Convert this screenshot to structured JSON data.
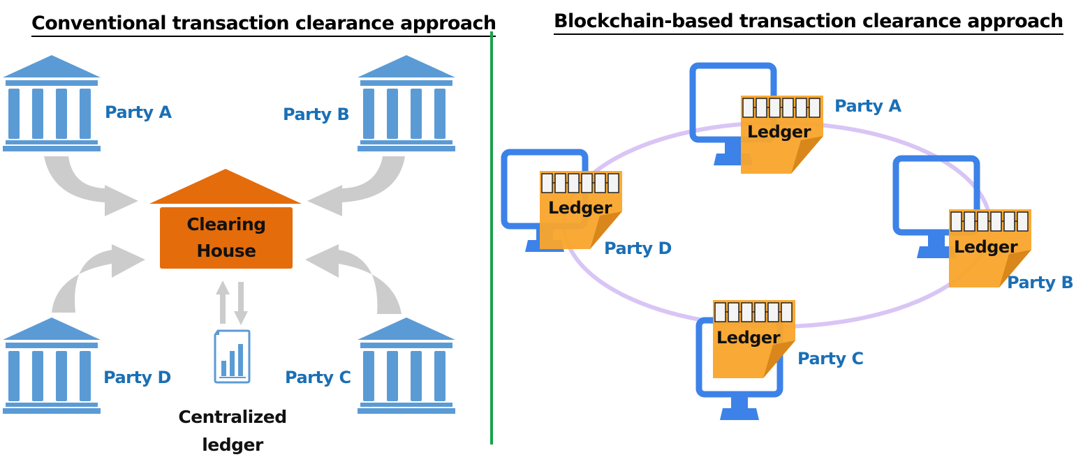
{
  "left_panel": {
    "title": "Conventional transaction clearance approach",
    "parties": [
      {
        "id": "A",
        "label": "Party A"
      },
      {
        "id": "B",
        "label": "Party B"
      },
      {
        "id": "C",
        "label": "Party C"
      },
      {
        "id": "D",
        "label": "Party D"
      }
    ],
    "clearing_house": {
      "line1": "Clearing",
      "line2": "House"
    },
    "centralized_ledger": {
      "line1": "Centralized",
      "line2": "ledger"
    },
    "icons": {
      "party": "bank-building-icon",
      "ledger": "document-bar-chart-icon",
      "flow": "curved-arrow-icon"
    }
  },
  "right_panel": {
    "title": "Blockchain-based transaction clearance approach",
    "nodes": [
      {
        "id": "A",
        "label": "Party A",
        "ledger_label": "Ledger"
      },
      {
        "id": "B",
        "label": "Party B",
        "ledger_label": "Ledger"
      },
      {
        "id": "C",
        "label": "Party C",
        "ledger_label": "Ledger"
      },
      {
        "id": "D",
        "label": "Party D",
        "ledger_label": "Ledger"
      }
    ],
    "blocks_per_ledger": 6,
    "icons": {
      "node": "computer-monitor-icon",
      "ledger": "sticky-note-ledger-icon",
      "network": "ring-network"
    }
  },
  "colors": {
    "bank_blue": "#5b9bd5",
    "party_text": "#1a6fb5",
    "clearing_orange": "#e46c0a",
    "arrow_gray": "#cccccc",
    "monitor_blue": "#3c82e8",
    "ledger_orange": "#f9a52b",
    "ring_purple": "#d9c5f5",
    "divider_green": "#17a34a"
  }
}
